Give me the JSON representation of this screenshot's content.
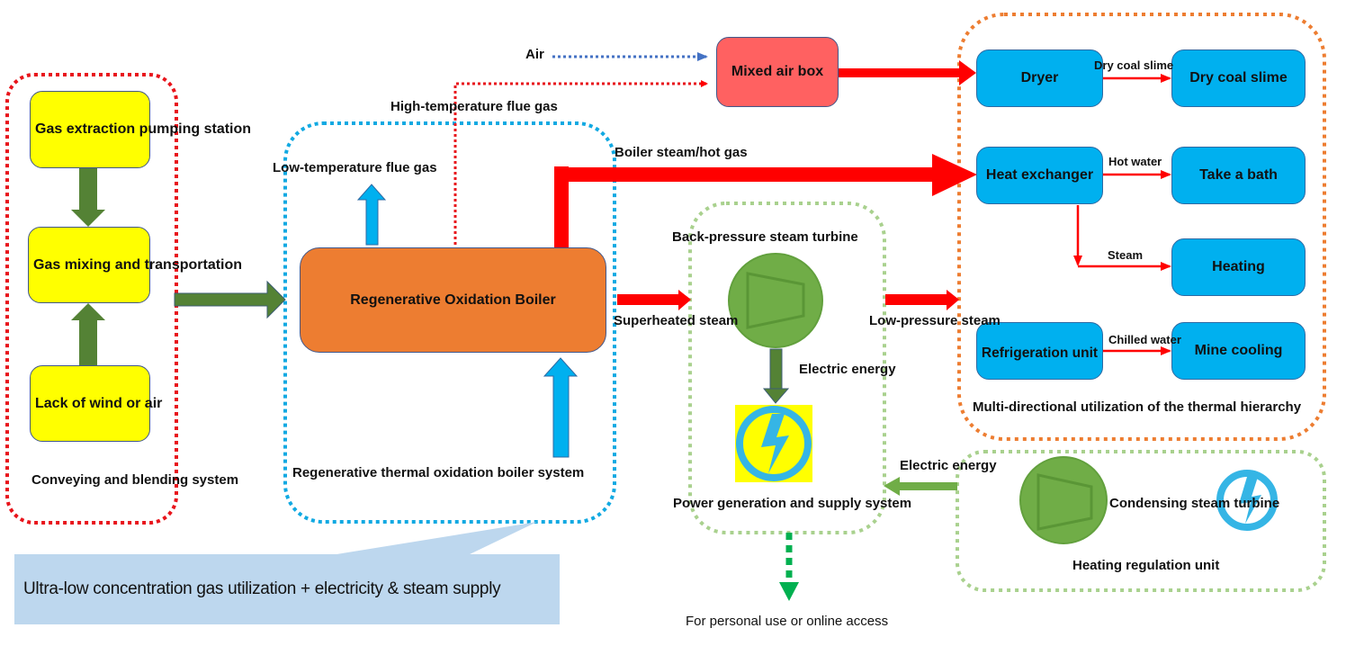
{
  "diagram": {
    "groups": {
      "conveying": {
        "label": "Conveying and blending system",
        "color": "#e8141b"
      },
      "boiler_system": {
        "label": "Regenerative thermal oxidation boiler system",
        "color": "#11a9e2"
      },
      "power_system": {
        "label": "Power generation and supply system",
        "color": "#a9d18e"
      },
      "thermal": {
        "label": "Multi-directional utilization of the thermal hierarchy",
        "color": "#ed7d31"
      },
      "heating_regulation": {
        "label": "Heating regulation unit",
        "color": "#a9d18e"
      }
    },
    "nodes": {
      "gas_extraction": "Gas extraction pumping station",
      "gas_mixing": "Gas mixing and transportation",
      "lack_of_wind": "Lack of wind or air",
      "boiler": "Regenerative Oxidation Boiler",
      "mixed_air_box": "Mixed air box",
      "dryer": "Dryer",
      "dry_coal_slime": "Dry coal slime",
      "heat_exchanger": "Heat exchanger",
      "take_a_bath": "Take a bath",
      "heating": "Heating",
      "refrigeration_unit": "Refrigeration unit",
      "mine_cooling": "Mine cooling",
      "back_pressure_turbine": "Back-pressure steam turbine",
      "condensing_turbine": "Condensing steam turbine"
    },
    "flow_labels": {
      "air": "Air",
      "high_temp_flue_gas": "High-temperature flue gas",
      "low_temp_flue_gas": "Low-temperature flue gas",
      "boiler_steam_hot_gas": "Boiler steam/hot gas",
      "superheated_steam": "Superheated steam",
      "low_pressure_steam": "Low-pressure steam",
      "electric_energy_1": "Electric energy",
      "electric_energy_2": "Electric energy",
      "dry_coal_slime_flow": "Dry coal slime",
      "hot_water": "Hot water",
      "steam": "Steam",
      "chilled_water": "Chilled water",
      "personal_use": "For personal use or online access"
    },
    "callout": "Ultra-low concentration gas utilization + electricity & steam supply",
    "colors": {
      "yellow_node": "#ffff00",
      "blue_node": "#00b0ef",
      "boiler": "#ed7d31",
      "mixed_air": "#ff6161",
      "red_flow": "#ff0000",
      "green_arrow": "#548235",
      "turbine_green": "#70ad47",
      "callout_bg": "#bdd7ee",
      "power_icon_blue": "#35b5e5"
    }
  }
}
